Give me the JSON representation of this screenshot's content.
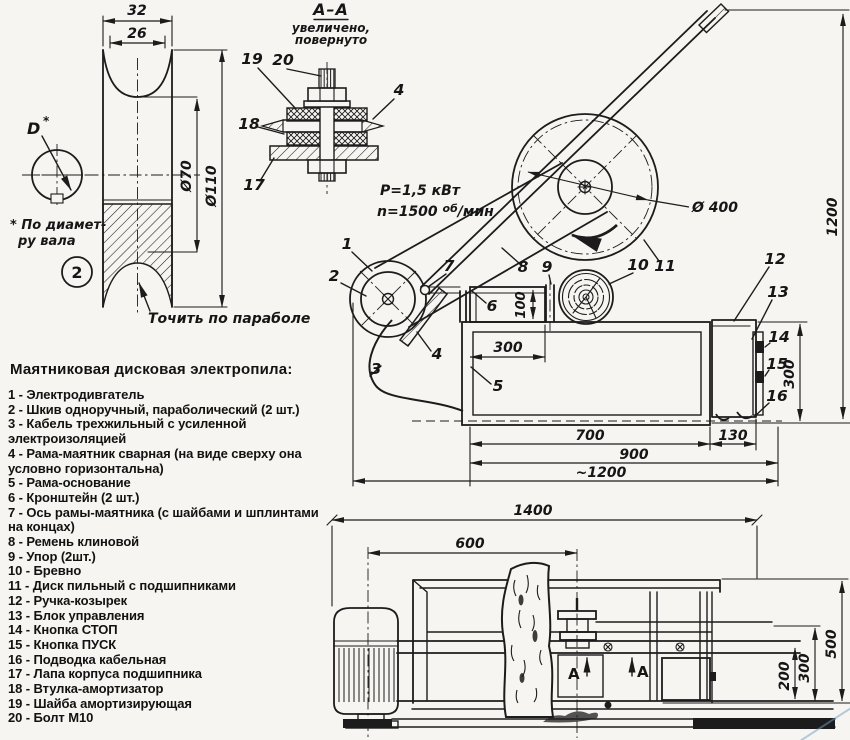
{
  "page": {
    "bg": "#f6f5f1",
    "ink": "#1c1c1c",
    "scratch_blue": "#6f9fc4"
  },
  "parts_list": {
    "title": "Маятниковая дисковая электропила:",
    "items": [
      "1 - Электродивгатель",
      "2 - Шкив одноручный, параболический (2 шт.)",
      "3 - Кабель трехжильный с усиленной электроизоляцией",
      "4 - Рама-маятник сварная (на виде сверху она условно горизонтальна)",
      "5 - Рама-основание",
      "6 - Кронштейн (2 шт.)",
      "7 - Ось рамы-маятника (с шайбами и шплинтами на концах)",
      "8 - Ремень клиновой",
      "9 - Упор (2шт.)",
      "10 - Бревно",
      "11 - Диск пильный с подшипниками",
      "12 - Ручка-козырек",
      "13 - Блок управления",
      "14 - Кнопка СТОП",
      "15 - Кнопка ПУСК",
      "16 - Подводка кабельная",
      "17 - Лапа корпуса подшипника",
      "18 - Втулка-амортизатор",
      "19 - Шайба амортизирующая",
      "20 - Болт М10"
    ]
  },
  "pulley_view": {
    "dim_width_outer": "32",
    "dim_width_groove": "26",
    "dim_groove": "Ø70",
    "dim_outer": "Ø110",
    "shaft_label": "D",
    "shaft_label_star": "*",
    "footnote_line1": "* По диамет-",
    "footnote_line2": "ру вала",
    "detail_number": "2",
    "parabola_note": "Точить по параболе"
  },
  "section_aa": {
    "title": "А–А",
    "subtitle1": "увеличено,",
    "subtitle2": "повернуто",
    "callout_19": "19",
    "callout_20": "20",
    "callout_4": "4",
    "callout_18": "18",
    "callout_17": "17"
  },
  "side_view": {
    "power": "P=1,5 кВт",
    "speed_prefix": "n=1500 ",
    "speed_sup": "об",
    "speed_suffix": "/мин",
    "dim_disc": "Ø 400",
    "dim_height": "1200",
    "dim_bracket": "100",
    "dim_offset": "300",
    "dim_frame": "700",
    "dim_tail": "130",
    "dim_frame_total": "900",
    "dim_overall": "~1200",
    "dim_side_height": "300",
    "callouts": {
      "c1": "1",
      "c2": "2",
      "c3": "3",
      "c4": "4",
      "c5": "5",
      "c6": "6",
      "c7": "7",
      "c8": "8",
      "c9": "9",
      "c10": "10",
      "c11": "11",
      "c12": "12",
      "c13": "13",
      "c14": "14",
      "c15": "15",
      "c16": "16"
    }
  },
  "front_view": {
    "dim_overall": "1400",
    "dim_motor_to_blade": "600",
    "dim_height": "500",
    "dim_mid": "300",
    "dim_low": "200",
    "section_mark_left": "А",
    "section_mark_right": "А"
  }
}
